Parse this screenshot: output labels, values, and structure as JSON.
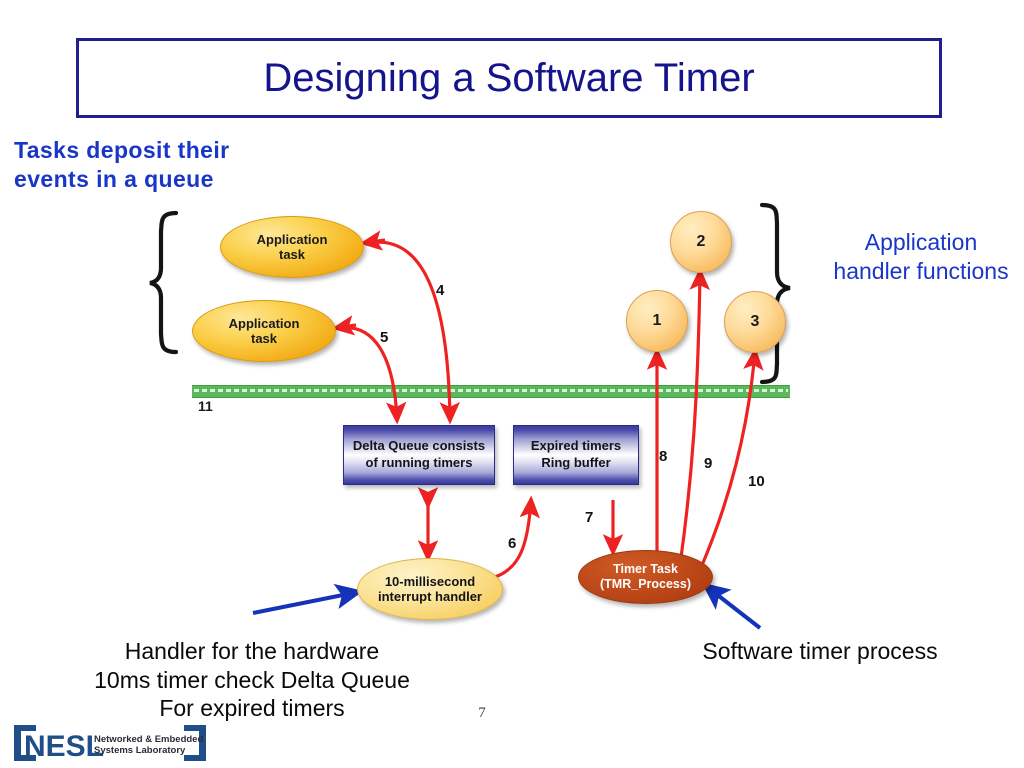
{
  "slide": {
    "title": "Designing a Software Timer",
    "page_number": "7",
    "title_color": "#14148c",
    "accent_blue": "#1a36c8",
    "arrow_red": "#ee2222",
    "arrow_blue": "#1433b8",
    "divider_green": "#5cb85c"
  },
  "callouts": {
    "left_note": "Tasks deposit their\n events in a queue",
    "right_note": "Application\nhandler functions",
    "bottom_left": "Handler for the hardware\n10ms timer check Delta Queue\nFor expired timers",
    "bottom_right": "Software timer process"
  },
  "nodes": {
    "app_task_1": "Application\ntask",
    "app_task_2": "Application\ntask",
    "circle_1": "1",
    "circle_2": "2",
    "circle_3": "3",
    "delta_queue": "Delta Queue consists\nof running timers",
    "expired_timers": "Expired timers\nRing buffer",
    "interrupt_handler": "10-millisecond\ninterrupt handler",
    "timer_task": "Timer Task\n(TMR_Process)"
  },
  "edge_labels": {
    "e4": "4",
    "e5": "5",
    "e6": "6",
    "e7": "7",
    "e8": "8",
    "e9": "9",
    "e10": "10",
    "e11": "11"
  },
  "logo": {
    "mark": "NESL",
    "line1": "Networked & Embedded",
    "line2": "Systems Laboratory",
    "color": "#1f4e88",
    "text_color": "#2b2b3a"
  }
}
